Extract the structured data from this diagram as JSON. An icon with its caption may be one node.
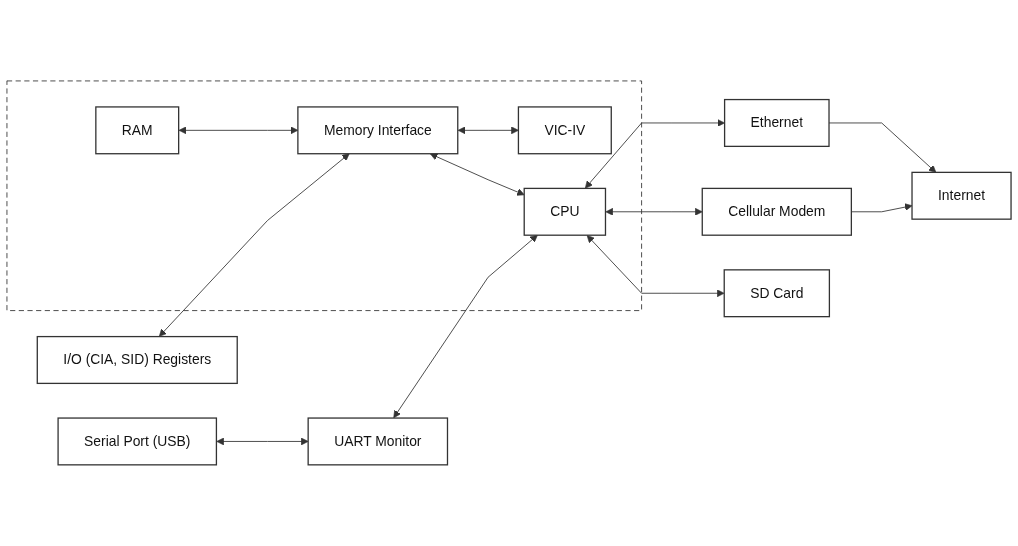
{
  "diagram": {
    "nodes": [
      {
        "text": [],
        "shape": "box"
      },
      {
        "text": [
          "RAM"
        ],
        "in": 0
      },
      {
        "text": [
          "I/O (CIA, SID) Registers"
        ]
      },
      {
        "text": [
          "Memory Interface"
        ],
        "in": 0
      },
      {
        "text": [
          "VIC-IV"
        ],
        "in": 0
      },
      {
        "text": [
          "Serial Port (USB)"
        ]
      },
      {
        "text": [
          "UART Monitor"
        ]
      },
      {
        "text": [
          "CPU"
        ],
        "in": 0
      },
      {
        "text": [
          "Internet"
        ]
      },
      {
        "text": [
          "Ethernet"
        ]
      },
      {
        "text": [
          "Cellular Modem"
        ]
      },
      {
        "text": [
          "SD Card"
        ]
      }
    ],
    "edges": [
      {
        "from": 1,
        "to": 3,
        "arrow": "both"
      },
      {
        "from": 2,
        "to": 3,
        "arrow": "both"
      },
      {
        "from": 3,
        "to": 4,
        "arrow": "both"
      },
      {
        "from": 3,
        "to": 7,
        "arrow": "both"
      },
      {
        "from": 5,
        "to": 6,
        "arrow": "both"
      },
      {
        "from": 6,
        "to": 7,
        "arrow": "both"
      },
      {
        "from": 9,
        "to": 8,
        "arrow": "to"
      },
      {
        "from": 7,
        "to": 9,
        "arrow": "both"
      },
      {
        "from": 7,
        "to": 10,
        "arrow": "both"
      },
      {
        "from": 10,
        "to": 8,
        "arrow": "to"
      },
      {
        "from": 7,
        "to": 11,
        "arrow": "both"
      }
    ]
  }
}
